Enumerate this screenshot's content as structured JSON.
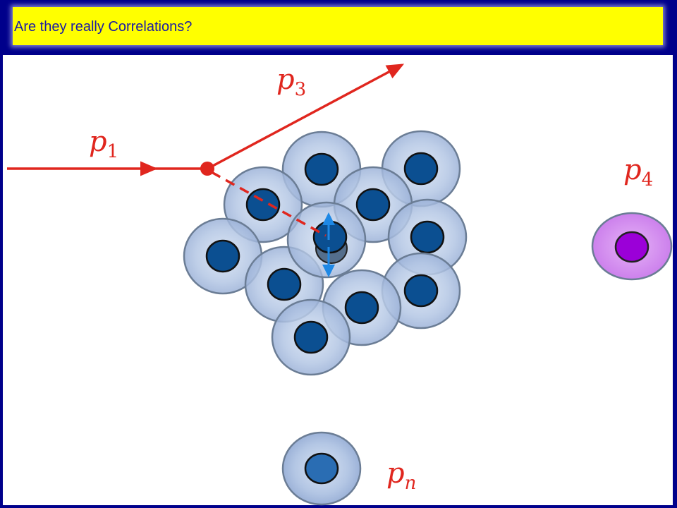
{
  "slide": {
    "title": "Are they really Correlations?"
  },
  "diagram": {
    "labels": {
      "p1": "p",
      "p1_sub": "1",
      "p3": "p",
      "p3_sub": "3",
      "p4": "p",
      "p4_sub": "4",
      "pn": "p",
      "pn_sub": "n"
    },
    "colors": {
      "background_frame": "#00008b",
      "title_bg": "#ffff00",
      "title_text": "#1a1aa6",
      "track": "#e0261e",
      "nucleon_core": "#0b4f91",
      "nucleon_halo": "#a9bedf",
      "probe_core": "#9b00d8",
      "probe_halo": "#d58ff0",
      "arrow": "#1e88e5"
    }
  }
}
